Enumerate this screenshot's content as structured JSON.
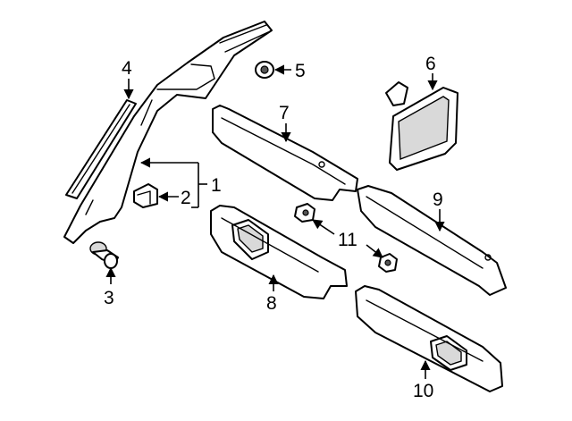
{
  "callouts": {
    "c1": "1",
    "c2": "2",
    "c3": "3",
    "c4": "4",
    "c5": "5",
    "c6": "6",
    "c7": "7",
    "c8": "8",
    "c9": "9",
    "c10": "10",
    "c11": "11"
  },
  "colors": {
    "line": "#000000",
    "background": "#ffffff",
    "shade": "#d9d9d9"
  }
}
